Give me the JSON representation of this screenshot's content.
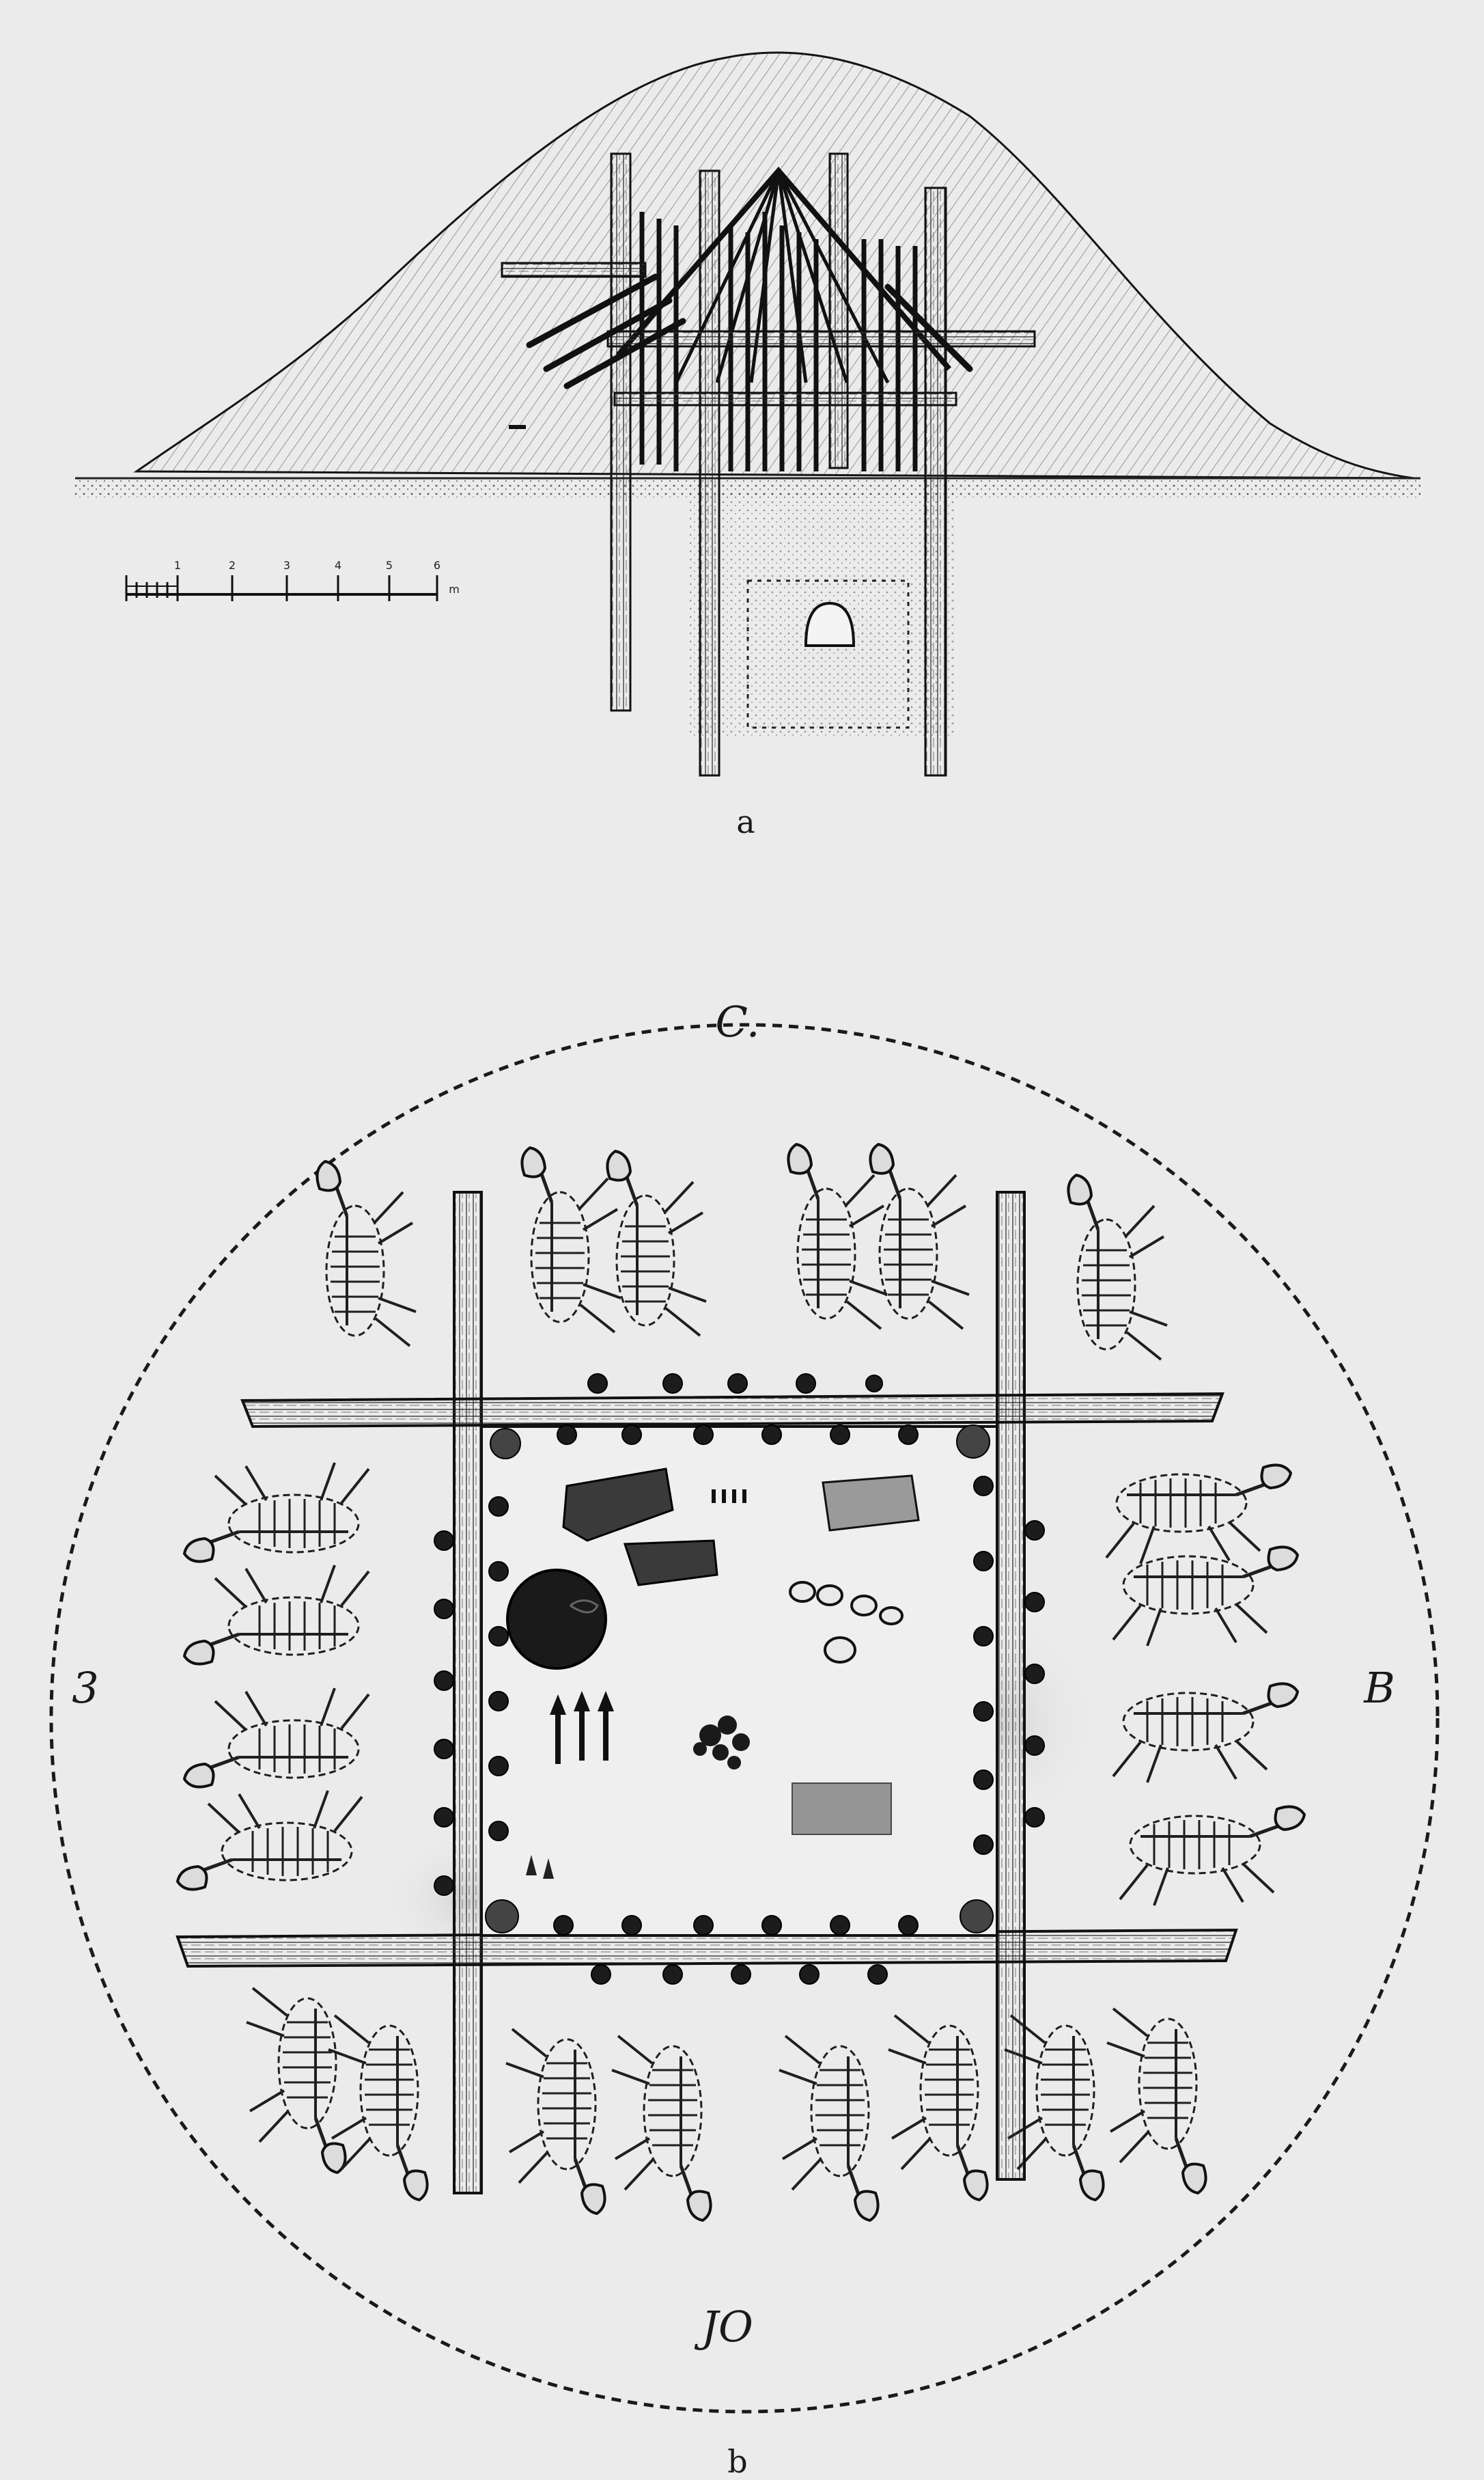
{
  "figure_a": {
    "label": "a",
    "scale": {
      "ticks": [
        "1",
        "2",
        "3",
        "4",
        "5",
        "6"
      ],
      "unit": "m"
    }
  },
  "figure_b": {
    "label": "b",
    "directions": {
      "north": "C.",
      "east": "B",
      "west": "3",
      "south": "JO"
    }
  },
  "colors": {
    "paper": "#ebebeb",
    "ink": "#1a1a1a",
    "shade": "#c9c9c9"
  },
  "icons": [
    "mound",
    "timber-structure",
    "tomb-pit",
    "scale-bar",
    "horse-skeleton",
    "timber-beam",
    "round-shield",
    "arrowhead",
    "artifact"
  ]
}
